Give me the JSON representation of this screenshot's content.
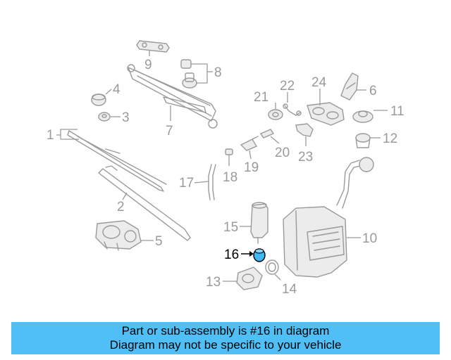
{
  "diagram": {
    "highlight_color": "#3fb8f4",
    "callouts": [
      {
        "num": "1"
      },
      {
        "num": "2"
      },
      {
        "num": "3"
      },
      {
        "num": "4"
      },
      {
        "num": "5"
      },
      {
        "num": "6"
      },
      {
        "num": "7"
      },
      {
        "num": "8"
      },
      {
        "num": "9"
      },
      {
        "num": "10"
      },
      {
        "num": "11"
      },
      {
        "num": "12"
      },
      {
        "num": "13"
      },
      {
        "num": "14"
      },
      {
        "num": "15"
      },
      {
        "num": "16",
        "highlighted": true
      },
      {
        "num": "17"
      },
      {
        "num": "18"
      },
      {
        "num": "19"
      },
      {
        "num": "20"
      },
      {
        "num": "21"
      },
      {
        "num": "22"
      },
      {
        "num": "23"
      },
      {
        "num": "24"
      }
    ]
  },
  "banner": {
    "line1": "Part or sub-assembly is #16 in diagram",
    "line2": "Diagram may not be specific to your vehicle",
    "background": "#4fbff5"
  }
}
